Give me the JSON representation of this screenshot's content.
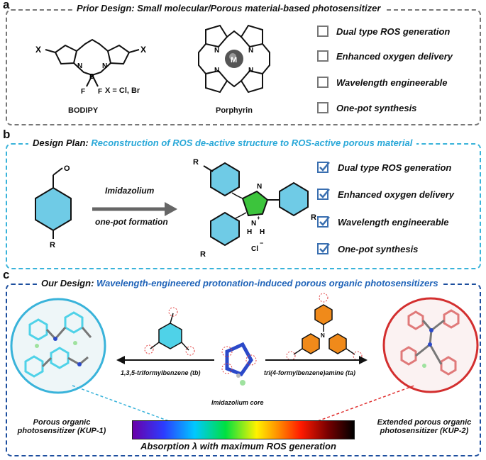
{
  "panel_a": {
    "letter": "a",
    "title": "Prior Design: Small molecular/Porous material-based photosensitizer",
    "bodipy_label": "BODIPY",
    "bodipy_x": "X = Cl, Br",
    "porphyrin_label": "Porphyrin",
    "checklist": [
      "Dual type ROS generation",
      "Enhanced oxygen delivery",
      "Wavelength engineerable",
      "One-pot synthesis"
    ],
    "checked": false
  },
  "panel_b": {
    "letter": "b",
    "title_prefix": "Design Plan:",
    "title_highlight": "Reconstruction of ROS de-active structure to ROS-active porous material",
    "arrow_top": "Imidazolium",
    "arrow_bottom": "one-pot formation",
    "checklist": [
      "Dual type ROS generation",
      "Enhanced oxygen delivery",
      "Wavelength engineerable",
      "One-pot synthesis"
    ],
    "checked": true
  },
  "panel_c": {
    "letter": "c",
    "title_prefix": "Our Design:",
    "title_highlight": "Wavelength-engineered protonation-induced porous organic photosensitizers",
    "tb_label": "1,3,5-triformylbenzene (tb)",
    "ta_label": "tri(4-formylbenzene)amine (ta)",
    "core_label": "Imidazolium core",
    "left_label": "Porous organic photosensitizer (KUP-1)",
    "right_label": "Extended porous organic photosensitizer (KUP-2)",
    "spectrum_label": "Absorption λ with maximum ROS generation"
  },
  "colors": {
    "gray_border": "#777777",
    "light_blue": "#39b3da",
    "navy": "#1c4e9e",
    "check_blue": "#3a6fb0",
    "green_ring": "#3cc43c",
    "cyan_ring": "#4fd2e8",
    "orange_ring": "#f08a1a"
  }
}
